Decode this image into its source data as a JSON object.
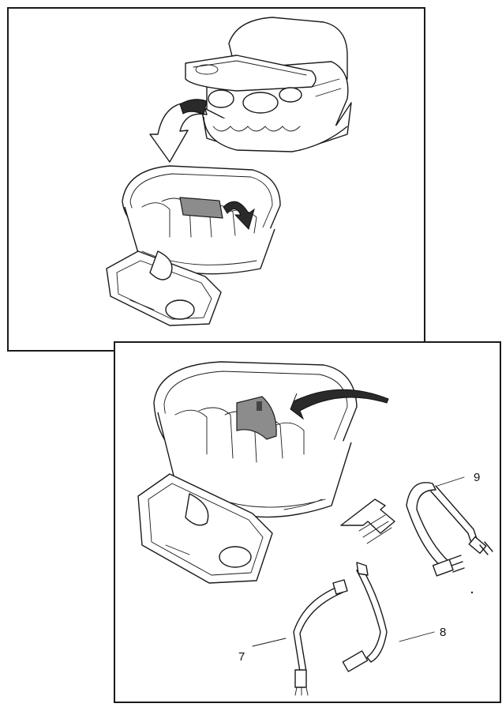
{
  "callouts": {
    "strap_9": "9",
    "strap_8": "8",
    "strap_7": "7"
  },
  "colors": {
    "line": "#1a1a1a",
    "tab_fill": "#8c8c8c",
    "arrow_fill": "#2a2a2a"
  }
}
